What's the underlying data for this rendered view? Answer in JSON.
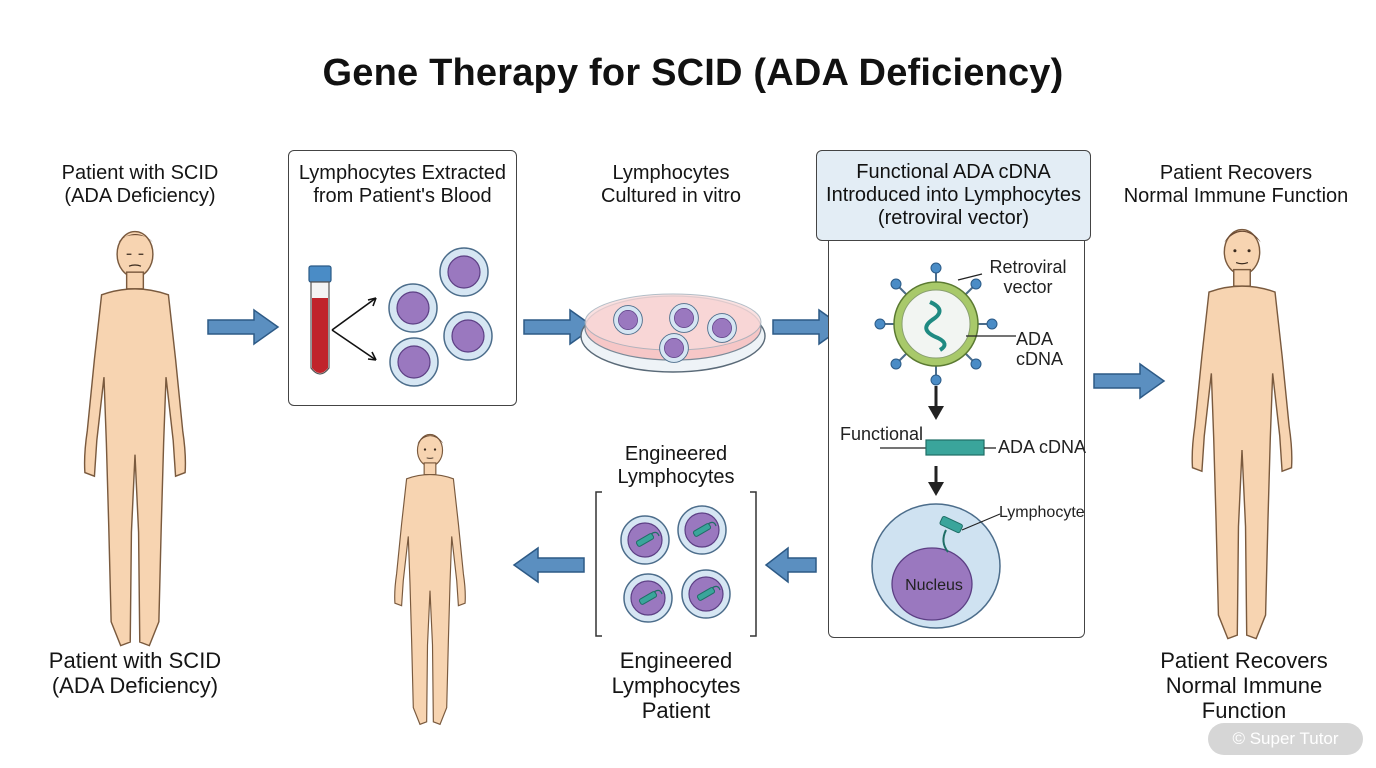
{
  "title": "Gene Therapy for SCID (ADA Deficiency)",
  "steps": {
    "patient_top": "Patient with SCID\n(ADA Deficiency)",
    "extract": "Lymphocytes Extracted\nfrom Patient's Blood",
    "culture": "Lymphocytes\nCultured in vitro",
    "introduce": "Functional ADA cDNA\nIntroduced into Lymphocytes\n(retroviral vector)",
    "recovered_top": "Patient Recovers\nNormal Immune Function",
    "engineered_top": "Engineered\nLymphocytes",
    "patient_bottom": "Patient with SCID\n(ADA Deficiency)",
    "engineered_bottom": "Engineered\nLymphocytes\nPatient",
    "recovered_bottom": "Patient Recovers\nNormal Immune\nFunction"
  },
  "vector_labels": {
    "retroviral_vector": "Retroviral\nvector",
    "ada_cdna": "ADA\ncDNA",
    "functional": "Functional",
    "ada_cdna_inline": "ADA cDNA",
    "lymphocyte": "Lymphocyte",
    "nucleus": "Nucleus"
  },
  "watermark": "© Super Tutor",
  "colors": {
    "arrow_fill": "#5b8fc0",
    "arrow_stroke": "#2d5a86",
    "skin": "#f7d4b1",
    "cell_nucleus": "#9a78bf",
    "cell_body": "#d6e6f3",
    "gene": "#3aa59b",
    "blood": "#c0242b",
    "header_bg": "#e3edf5"
  }
}
